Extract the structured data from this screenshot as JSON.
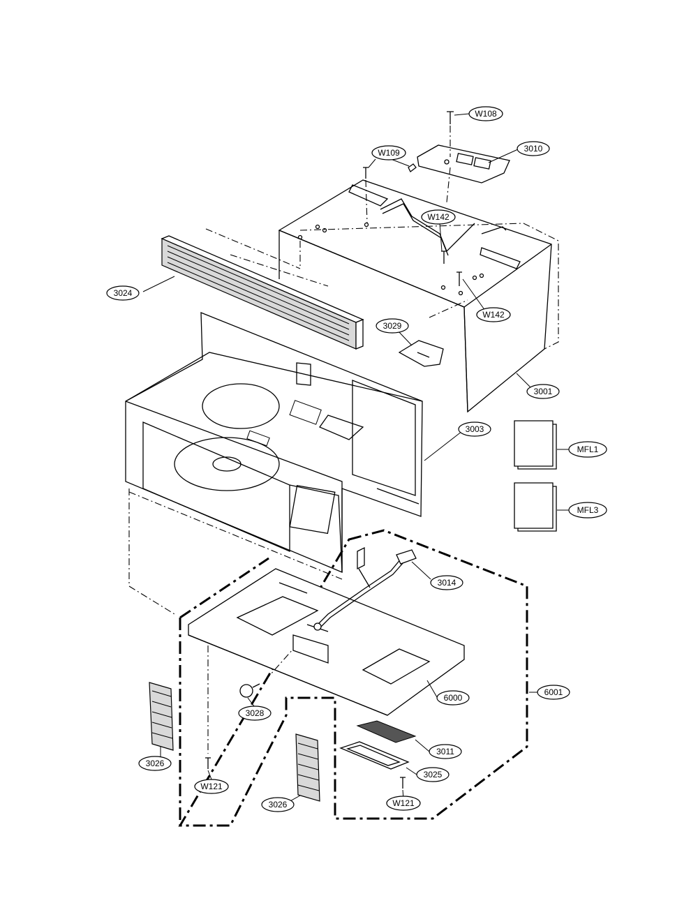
{
  "diagram": {
    "labels": [
      {
        "id": "w108",
        "text": "W108"
      },
      {
        "id": "w109",
        "text": "W109"
      },
      {
        "id": "p3010",
        "text": "3010"
      },
      {
        "id": "w142a",
        "text": "W142"
      },
      {
        "id": "w142b",
        "text": "W142"
      },
      {
        "id": "p3024",
        "text": "3024"
      },
      {
        "id": "p3029",
        "text": "3029"
      },
      {
        "id": "p3001",
        "text": "3001"
      },
      {
        "id": "p3003",
        "text": "3003"
      },
      {
        "id": "mfl1",
        "text": "MFL1"
      },
      {
        "id": "mfl3",
        "text": "MFL3"
      },
      {
        "id": "p3014",
        "text": "3014"
      },
      {
        "id": "p6000",
        "text": "6000"
      },
      {
        "id": "p6001",
        "text": "6001"
      },
      {
        "id": "p3028",
        "text": "3028"
      },
      {
        "id": "p3026a",
        "text": "3026"
      },
      {
        "id": "p3026b",
        "text": "3026"
      },
      {
        "id": "p3011",
        "text": "3011"
      },
      {
        "id": "p3025",
        "text": "3025"
      },
      {
        "id": "w121a",
        "text": "W121"
      },
      {
        "id": "w121b",
        "text": "W121"
      }
    ]
  }
}
